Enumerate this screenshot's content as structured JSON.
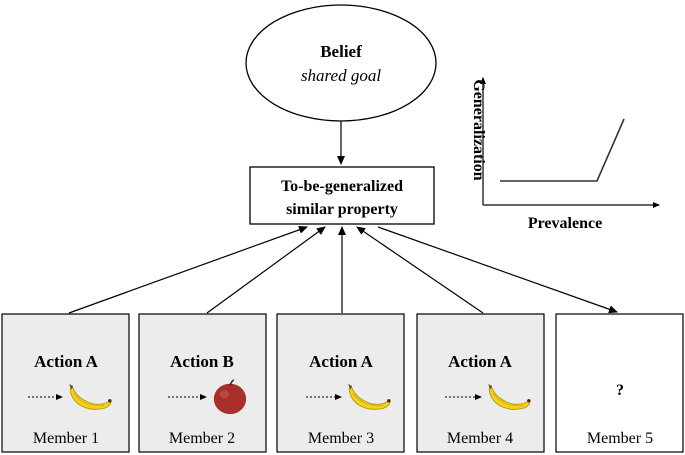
{
  "belief": {
    "title": "Belief",
    "subtitle": "shared goal"
  },
  "property_box": {
    "line1": "To-be-generalized",
    "line2": "similar property"
  },
  "inset_plot": {
    "ylabel": "Generalization",
    "xlabel": "Prevalence"
  },
  "members": [
    {
      "action": "Action A",
      "fruit": "banana",
      "label": "Member 1",
      "shaded": true
    },
    {
      "action": "Action B",
      "fruit": "apple",
      "label": "Member 2",
      "shaded": true
    },
    {
      "action": "Action A",
      "fruit": "banana",
      "label": "Member 3",
      "shaded": true
    },
    {
      "action": "Action A",
      "fruit": "banana",
      "label": "Member 4",
      "shaded": true
    },
    {
      "action": "?",
      "fruit": "",
      "label": "Member 5",
      "shaded": false
    }
  ],
  "colors": {
    "shaded_fill": "#ececec",
    "banana": "#f2d21a",
    "apple": "#a8302a",
    "stroke": "#000000"
  }
}
